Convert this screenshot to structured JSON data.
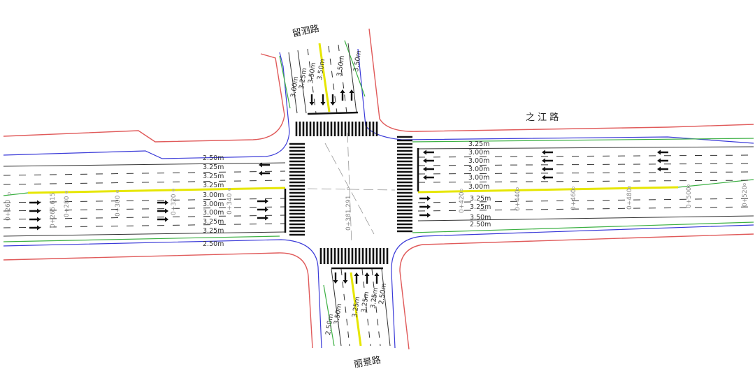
{
  "road_names": {
    "north": "留泗路",
    "east_west": "之 江 路",
    "south": "丽景路"
  },
  "west_approach": {
    "lane_widths": [
      "2.50m",
      "3.25m",
      "3.25m",
      "3.25m",
      "3.00m",
      "3.00m",
      "3.00m",
      "3.25m",
      "3.25m"
    ],
    "bottom_width": "2.50m"
  },
  "east_approach": {
    "lane_widths": [
      "3.25m",
      "3.00m",
      "3.00m",
      "3.00m",
      "3.00m",
      "3.00m",
      "3.25m",
      "3.25m",
      "3.50m",
      "2.50m"
    ]
  },
  "north_approach": {
    "lane_widths": [
      "3.00m",
      "3.25m",
      "3.50m",
      "3.50m",
      "3.50m",
      "3.50m"
    ]
  },
  "south_approach": {
    "lane_widths": [
      "2.50m",
      "3.50m",
      "3.25m",
      "3.25m",
      "3.25m",
      "2.50m"
    ]
  },
  "stations": {
    "s260": "0+260",
    "s280": "0+280",
    "s300": "0+300",
    "s320": "0+320",
    "s340": "0+340",
    "center": "0+381.291",
    "s420": "0+420",
    "s440": "0+440",
    "s460": "0+460",
    "s480": "0+480",
    "s500": "0+500",
    "s520": "0+520",
    "s_west": "0+265.615"
  },
  "colors": {
    "curb": "#e05a5a",
    "edge": "#3a3ad8",
    "centerline": "#e6e600",
    "green_strip": "#3cb043",
    "lane": "#333333"
  }
}
